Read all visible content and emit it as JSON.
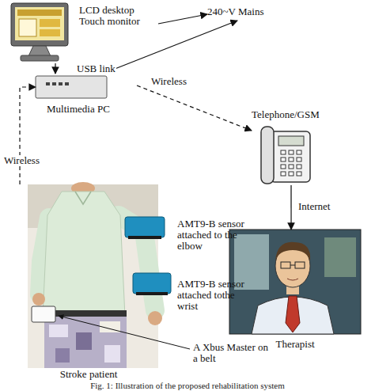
{
  "diagram": {
    "caption": "Fig. 1: Illustration of the proposed rehabilitation system",
    "nodes": [
      {
        "text": [
          "LCD desktop Touch monitor"
        ]
      },
      {
        "text": [
          "240~V Mains"
        ]
      },
      {
        "text": [
          "Multimedia PC"
        ]
      },
      {
        "text": [
          "Telephone/GSM"
        ]
      },
      {
        "text": [
          "Stroke patient"
        ]
      },
      {
        "text": [
          "AMT9-B sensor attached to the elbow"
        ],
        "in": 4
      },
      {
        "text": [
          "AMT9-B sensor attached tothe wrist"
        ],
        "in": 4
      },
      {
        "text": [
          "A Xbus Master on a belt"
        ],
        "in": 4
      },
      {
        "text": [
          "Therapist"
        ]
      }
    ],
    "edges": [
      {
        "from": 0,
        "to": 2,
        "label": "USB link",
        "arrow": "to"
      },
      {
        "from": 0,
        "to": 1,
        "arrow": "to"
      },
      {
        "from": 2,
        "to": 1,
        "arrow": "to"
      },
      {
        "from": 2,
        "to": 3,
        "label": "Wireless",
        "arrow": "to"
      },
      {
        "from": 4,
        "to": 2,
        "label": "Wireless",
        "arrow": "to"
      },
      {
        "from": 3,
        "to": 8,
        "label": "Internet",
        "arrow": "to"
      }
    ]
  }
}
